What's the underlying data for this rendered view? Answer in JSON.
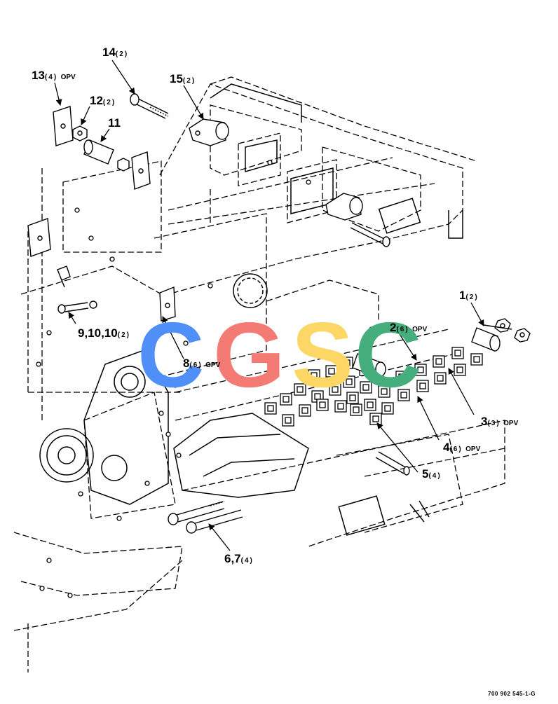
{
  "callouts": [
    {
      "id": "c14",
      "num": "14",
      "qty": "(2)",
      "note": ""
    },
    {
      "id": "c13",
      "num": "13",
      "qty": "(4)",
      "note": "OPV"
    },
    {
      "id": "c15",
      "num": "15",
      "qty": "(2)",
      "note": ""
    },
    {
      "id": "c12",
      "num": "12",
      "qty": "(2)",
      "note": ""
    },
    {
      "id": "c11",
      "num": "11",
      "qty": "",
      "note": ""
    },
    {
      "id": "c1",
      "num": "1",
      "qty": "(2)",
      "note": ""
    },
    {
      "id": "c2",
      "num": "2",
      "qty": "(6)",
      "note": "OPV"
    },
    {
      "id": "c9",
      "num": "9,10,10",
      "qty": "(2)",
      "note": ""
    },
    {
      "id": "c8",
      "num": "8",
      "qty": "(6)",
      "note": "OPV"
    },
    {
      "id": "c3",
      "num": "3",
      "qty": "(3)",
      "note": "OPV"
    },
    {
      "id": "c4",
      "num": "4",
      "qty": "(6)",
      "note": "OPV"
    },
    {
      "id": "c5",
      "num": "5",
      "qty": "(4)",
      "note": ""
    },
    {
      "id": "c67",
      "num": "6,7",
      "qty": "(4)",
      "note": ""
    }
  ],
  "watermark": {
    "letters": [
      "C",
      "G",
      "S",
      "C"
    ],
    "colors": [
      "#4f8ff7",
      "#f47a74",
      "#fcd766",
      "#46ad7c"
    ]
  },
  "drawing_number": "700 902 545-1-G"
}
